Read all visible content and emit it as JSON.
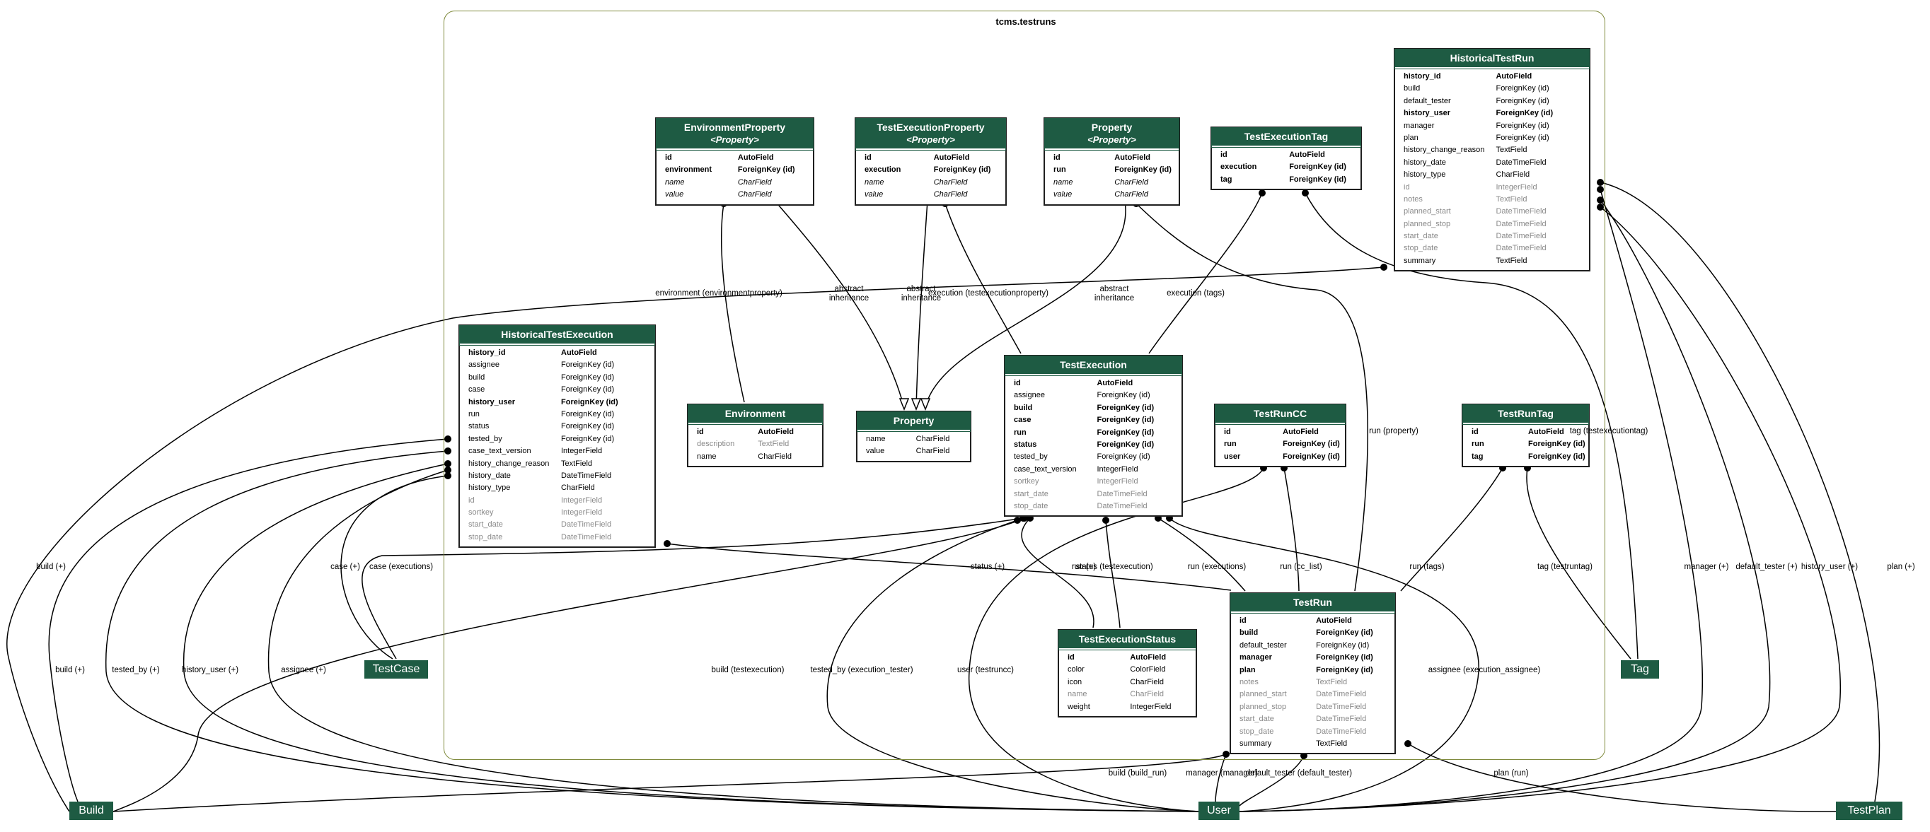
{
  "cluster": {
    "title": "tcms.testruns"
  },
  "tables": [
    {
      "key": "historicaltestrun",
      "title": "HistoricalTestRun",
      "subtitle": "",
      "fields": [
        [
          "history_id",
          "AutoField",
          "b"
        ],
        [
          "build",
          "ForeignKey (id)",
          ""
        ],
        [
          "default_tester",
          "ForeignKey (id)",
          ""
        ],
        [
          "history_user",
          "ForeignKey (id)",
          "b"
        ],
        [
          "manager",
          "ForeignKey (id)",
          ""
        ],
        [
          "plan",
          "ForeignKey (id)",
          ""
        ],
        [
          "history_change_reason",
          "TextField",
          ""
        ],
        [
          "history_date",
          "DateTimeField",
          ""
        ],
        [
          "history_type",
          "CharField",
          ""
        ],
        [
          "id",
          "IntegerField",
          "g"
        ],
        [
          "notes",
          "TextField",
          "g"
        ],
        [
          "planned_start",
          "DateTimeField",
          "g"
        ],
        [
          "planned_stop",
          "DateTimeField",
          "g"
        ],
        [
          "start_date",
          "DateTimeField",
          "g"
        ],
        [
          "stop_date",
          "DateTimeField",
          "g"
        ],
        [
          "summary",
          "TextField",
          ""
        ]
      ]
    },
    {
      "key": "environmentproperty",
      "title": "EnvironmentProperty",
      "subtitle": "<Property>",
      "fields": [
        [
          "id",
          "AutoField",
          "b"
        ],
        [
          "environment",
          "ForeignKey (id)",
          "b"
        ],
        [
          "name",
          "CharField",
          "i"
        ],
        [
          "value",
          "CharField",
          "i"
        ]
      ]
    },
    {
      "key": "testexecutionproperty",
      "title": "TestExecutionProperty",
      "subtitle": "<Property>",
      "fields": [
        [
          "id",
          "AutoField",
          "b"
        ],
        [
          "execution",
          "ForeignKey (id)",
          "b"
        ],
        [
          "name",
          "CharField",
          "i"
        ],
        [
          "value",
          "CharField",
          "i"
        ]
      ]
    },
    {
      "key": "property",
      "title": "Property",
      "subtitle": "<Property>",
      "fields": [
        [
          "id",
          "AutoField",
          "b"
        ],
        [
          "run",
          "ForeignKey (id)",
          "b"
        ],
        [
          "name",
          "CharField",
          "i"
        ],
        [
          "value",
          "CharField",
          "i"
        ]
      ]
    },
    {
      "key": "testexecutiontag",
      "title": "TestExecutionTag",
      "subtitle": "",
      "fields": [
        [
          "id",
          "AutoField",
          "b"
        ],
        [
          "execution",
          "ForeignKey (id)",
          "b"
        ],
        [
          "tag",
          "ForeignKey (id)",
          "b"
        ]
      ]
    },
    {
      "key": "historicaltestexecution",
      "title": "HistoricalTestExecution",
      "subtitle": "",
      "fields": [
        [
          "history_id",
          "AutoField",
          "b"
        ],
        [
          "assignee",
          "ForeignKey (id)",
          ""
        ],
        [
          "build",
          "ForeignKey (id)",
          ""
        ],
        [
          "case",
          "ForeignKey (id)",
          ""
        ],
        [
          "history_user",
          "ForeignKey (id)",
          "b"
        ],
        [
          "run",
          "ForeignKey (id)",
          ""
        ],
        [
          "status",
          "ForeignKey (id)",
          ""
        ],
        [
          "tested_by",
          "ForeignKey (id)",
          ""
        ],
        [
          "case_text_version",
          "IntegerField",
          ""
        ],
        [
          "history_change_reason",
          "TextField",
          ""
        ],
        [
          "history_date",
          "DateTimeField",
          ""
        ],
        [
          "history_type",
          "CharField",
          ""
        ],
        [
          "id",
          "IntegerField",
          "g"
        ],
        [
          "sortkey",
          "IntegerField",
          "g"
        ],
        [
          "start_date",
          "DateTimeField",
          "g"
        ],
        [
          "stop_date",
          "DateTimeField",
          "g"
        ]
      ]
    },
    {
      "key": "environment",
      "title": "Environment",
      "subtitle": "",
      "fields": [
        [
          "id",
          "AutoField",
          "b"
        ],
        [
          "description",
          "TextField",
          "g"
        ],
        [
          "name",
          "CharField",
          ""
        ]
      ]
    },
    {
      "key": "property_abs",
      "title": "Property",
      "subtitle": "",
      "fields": [
        [
          "name",
          "CharField",
          ""
        ],
        [
          "value",
          "CharField",
          ""
        ]
      ]
    },
    {
      "key": "testexecution",
      "title": "TestExecution",
      "subtitle": "",
      "fields": [
        [
          "id",
          "AutoField",
          "b"
        ],
        [
          "assignee",
          "ForeignKey (id)",
          ""
        ],
        [
          "build",
          "ForeignKey (id)",
          "b"
        ],
        [
          "case",
          "ForeignKey (id)",
          "b"
        ],
        [
          "run",
          "ForeignKey (id)",
          "b"
        ],
        [
          "status",
          "ForeignKey (id)",
          "b"
        ],
        [
          "tested_by",
          "ForeignKey (id)",
          ""
        ],
        [
          "case_text_version",
          "IntegerField",
          ""
        ],
        [
          "sortkey",
          "IntegerField",
          "g"
        ],
        [
          "start_date",
          "DateTimeField",
          "g"
        ],
        [
          "stop_date",
          "DateTimeField",
          "g"
        ]
      ]
    },
    {
      "key": "testruncc",
      "title": "TestRunCC",
      "subtitle": "",
      "fields": [
        [
          "id",
          "AutoField",
          "b"
        ],
        [
          "run",
          "ForeignKey (id)",
          "b"
        ],
        [
          "user",
          "ForeignKey (id)",
          "b"
        ]
      ]
    },
    {
      "key": "testruntag",
      "title": "TestRunTag",
      "subtitle": "",
      "fields": [
        [
          "id",
          "AutoField",
          "b"
        ],
        [
          "run",
          "ForeignKey (id)",
          "b"
        ],
        [
          "tag",
          "ForeignKey (id)",
          "b"
        ]
      ]
    },
    {
      "key": "testrun",
      "title": "TestRun",
      "subtitle": "",
      "fields": [
        [
          "id",
          "AutoField",
          "b"
        ],
        [
          "build",
          "ForeignKey (id)",
          "b"
        ],
        [
          "default_tester",
          "ForeignKey (id)",
          ""
        ],
        [
          "manager",
          "ForeignKey (id)",
          "b"
        ],
        [
          "plan",
          "ForeignKey (id)",
          "b"
        ],
        [
          "notes",
          "TextField",
          "g"
        ],
        [
          "planned_start",
          "DateTimeField",
          "g"
        ],
        [
          "planned_stop",
          "DateTimeField",
          "g"
        ],
        [
          "start_date",
          "DateTimeField",
          "g"
        ],
        [
          "stop_date",
          "DateTimeField",
          "g"
        ],
        [
          "summary",
          "TextField",
          ""
        ]
      ]
    },
    {
      "key": "testexecutionstatus",
      "title": "TestExecutionStatus",
      "subtitle": "",
      "fields": [
        [
          "id",
          "AutoField",
          "b"
        ],
        [
          "color",
          "ColorField",
          ""
        ],
        [
          "icon",
          "CharField",
          ""
        ],
        [
          "name",
          "CharField",
          "g"
        ],
        [
          "weight",
          "IntegerField",
          ""
        ]
      ]
    }
  ],
  "externals": [
    {
      "key": "testcase",
      "label": "TestCase"
    },
    {
      "key": "tag",
      "label": "Tag"
    },
    {
      "key": "build",
      "label": "Build"
    },
    {
      "key": "user",
      "label": "User"
    },
    {
      "key": "testplan",
      "label": "TestPlan"
    }
  ],
  "labels": [
    {
      "key": "l_envprop",
      "text": "environment (environmentproperty)"
    },
    {
      "key": "l_abs1",
      "text": "abstract\ninheritance"
    },
    {
      "key": "l_abs2",
      "text": "abstract\ninheritance"
    },
    {
      "key": "l_abs3",
      "text": "abstract\ninheritance"
    },
    {
      "key": "l_exprop",
      "text": "execution (testexecutionproperty)"
    },
    {
      "key": "l_extags",
      "text": "execution (tags)"
    },
    {
      "key": "l_runprop",
      "text": "run (property)"
    },
    {
      "key": "l_tagexectag",
      "text": "tag (testexecutiontag)"
    },
    {
      "key": "l_build1",
      "text": "build (+)"
    },
    {
      "key": "l_build2",
      "text": "build (+)"
    },
    {
      "key": "l_testedby",
      "text": "tested_by (+)"
    },
    {
      "key": "l_histuser",
      "text": "history_user (+)"
    },
    {
      "key": "l_assignee",
      "text": "assignee (+)"
    },
    {
      "key": "l_case",
      "text": "case (+)"
    },
    {
      "key": "l_caseexec",
      "text": "case (executions)"
    },
    {
      "key": "l_status",
      "text": "status (+)"
    },
    {
      "key": "l_run",
      "text": "run (+)"
    },
    {
      "key": "l_statusexec",
      "text": "status (testexecution)"
    },
    {
      "key": "l_runexec",
      "text": "run (executions)"
    },
    {
      "key": "l_runcc",
      "text": "run (cc_list)"
    },
    {
      "key": "l_runtags",
      "text": "run (tags)"
    },
    {
      "key": "l_tagrun",
      "text": "tag (testruntag)"
    },
    {
      "key": "l_buildexec",
      "text": "build (testexecution)"
    },
    {
      "key": "l_testedexec",
      "text": "tested_by (execution_tester)"
    },
    {
      "key": "l_usercc",
      "text": "user (testruncc)"
    },
    {
      "key": "l_assexec",
      "text": "assignee (execution_assignee)"
    },
    {
      "key": "l_manager",
      "text": "manager (+)"
    },
    {
      "key": "l_deftester",
      "text": "default_tester (+)"
    },
    {
      "key": "l_histuser2",
      "text": "history_user (+)"
    },
    {
      "key": "l_plan",
      "text": "plan (+)"
    },
    {
      "key": "l_buildrun",
      "text": "build (build_run)"
    },
    {
      "key": "l_managerm",
      "text": "manager (manager)"
    },
    {
      "key": "l_deftesterd",
      "text": "default_tester (default_tester)"
    },
    {
      "key": "l_planrun",
      "text": "plan (run)"
    }
  ],
  "colors": {
    "header": "#1e5b43",
    "cluster": "#7f8a3c",
    "edge": "#000000"
  }
}
